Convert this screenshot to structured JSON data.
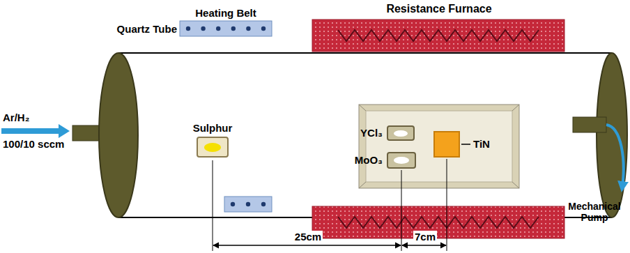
{
  "diagram": {
    "nodes": [
      {
        "text": [
          "Sulphur"
        ]
      },
      {
        "text": [
          "YCl₃"
        ]
      },
      {
        "text": [
          "MoO₃"
        ]
      },
      {
        "text": [
          "TiN"
        ]
      }
    ],
    "labels": [
      "Resistance Furnace",
      "Heating Belt",
      "Quartz Tube",
      "Ar/H₂",
      "100/10 sccm",
      "Mechanical Pump",
      "25cm",
      "7cm"
    ]
  }
}
